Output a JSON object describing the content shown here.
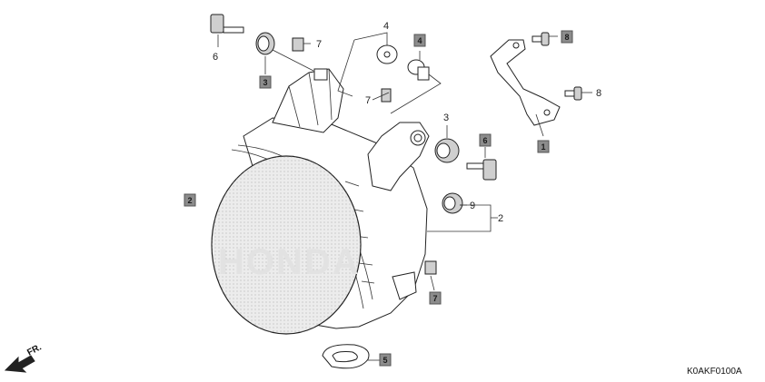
{
  "diagram_code": "K0AKF0100A",
  "direction_label": "FR.",
  "watermark": "HONDA",
  "colors": {
    "box_fill": "#8c8c8c",
    "box_stroke": "#555555",
    "line": "#333333",
    "lens_fill": "#ececec"
  },
  "callouts": [
    {
      "id": "c6",
      "label": "6"
    },
    {
      "id": "c4",
      "label": "4"
    },
    {
      "id": "c7a",
      "label": "7"
    },
    {
      "id": "c7b",
      "label": "7"
    },
    {
      "id": "c3",
      "label": "3"
    },
    {
      "id": "c9",
      "label": "9"
    },
    {
      "id": "c2",
      "label": "2"
    },
    {
      "id": "c8",
      "label": "8"
    }
  ],
  "boxed_callouts": [
    {
      "id": "b3",
      "label": "3"
    },
    {
      "id": "b4",
      "label": "4"
    },
    {
      "id": "b8",
      "label": "8"
    },
    {
      "id": "b6",
      "label": "6"
    },
    {
      "id": "b1",
      "label": "1"
    },
    {
      "id": "b2",
      "label": "2"
    },
    {
      "id": "b7",
      "label": "7"
    },
    {
      "id": "b5",
      "label": "5"
    }
  ]
}
